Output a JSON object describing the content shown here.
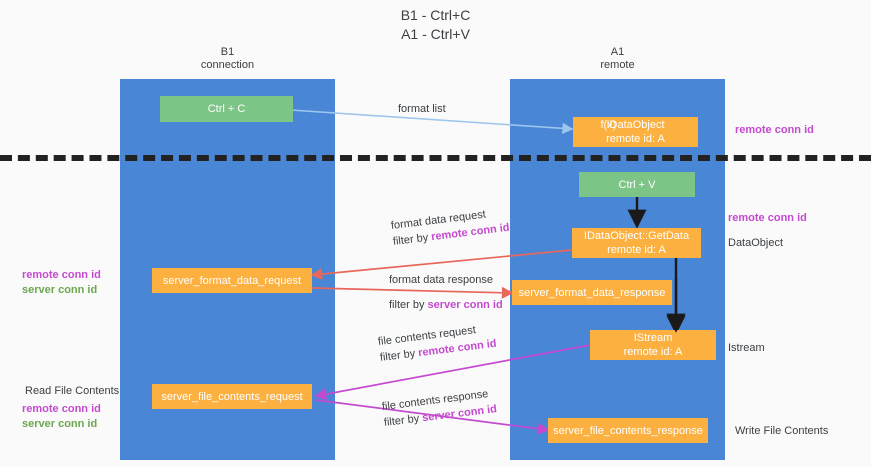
{
  "title": {
    "line1": "B1 - Ctrl+C",
    "line2": "A1 - Ctrl+V"
  },
  "lanes": [
    {
      "id": "b1",
      "title": "B1",
      "subtitle": "connection",
      "color": "#4a86d6"
    },
    {
      "id": "a1",
      "title": "A1",
      "subtitle": "remote",
      "color": "#4a86d6"
    }
  ],
  "colors": {
    "lane": "#4a86d6",
    "green_node": "#7dc586",
    "orange_node": "#fbb040",
    "text": "#3c4043",
    "conn_remote": "#c44ad0",
    "conn_server": "#6aa84f",
    "arrow_blue": "#9dc6ec",
    "arrow_red": "#e8675b",
    "arrow_magenta": "#c44ad0",
    "arrow_black": "#1a1a1a",
    "divider": "#222222",
    "background": "#fafafa"
  },
  "nodes": {
    "ctrl_c": {
      "label": "Ctrl + C",
      "sub": ""
    },
    "data_object_top": {
      "label": "IDataObject",
      "ghost": "f(x)",
      "sub": "remote id: A"
    },
    "ctrl_v": {
      "label": "Ctrl + V",
      "sub": ""
    },
    "get_data": {
      "label": "IDataObject::GetData",
      "sub": "remote id: A"
    },
    "server_format_data_request": {
      "label": "server_format_data_request",
      "sub": ""
    },
    "server_format_data_response": {
      "label": "server_format_data_response",
      "sub": ""
    },
    "istream": {
      "label": "IStream",
      "sub": "remote id: A"
    },
    "server_file_contents_request": {
      "label": "server_file_contents_request",
      "sub": ""
    },
    "server_file_contents_response": {
      "label": "server_file_contents_response",
      "sub": ""
    }
  },
  "wire_labels": {
    "format_list": "format list",
    "format_data_request": "format data request",
    "format_data_request_filter_prefix": "filter by ",
    "format_data_request_filter_key": "remote conn id",
    "format_data_response": "format data response",
    "format_data_response_filter_prefix": "filter by ",
    "format_data_response_filter_key": "server conn id",
    "file_contents_request": "file contents request",
    "file_contents_request_filter_prefix": "filter by ",
    "file_contents_request_filter_key": "remote conn id",
    "file_contents_response": "file contents response",
    "file_contents_response_filter_prefix": "filter by ",
    "file_contents_response_filter_key": "server conn id"
  },
  "side_labels": {
    "right_top_remote_conn_id": "remote conn id",
    "right_mid_remote_conn_id": "remote conn id",
    "right_data_object": "DataObject",
    "right_istream": "Istream",
    "right_write_file_contents": "Write File Contents",
    "left_remote_conn_id": "remote conn id",
    "left_server_conn_id": "server conn id",
    "left_read_file_contents": "Read File Contents",
    "left_bottom_remote_conn_id": "remote conn id",
    "left_bottom_server_conn_id": "server conn id"
  }
}
